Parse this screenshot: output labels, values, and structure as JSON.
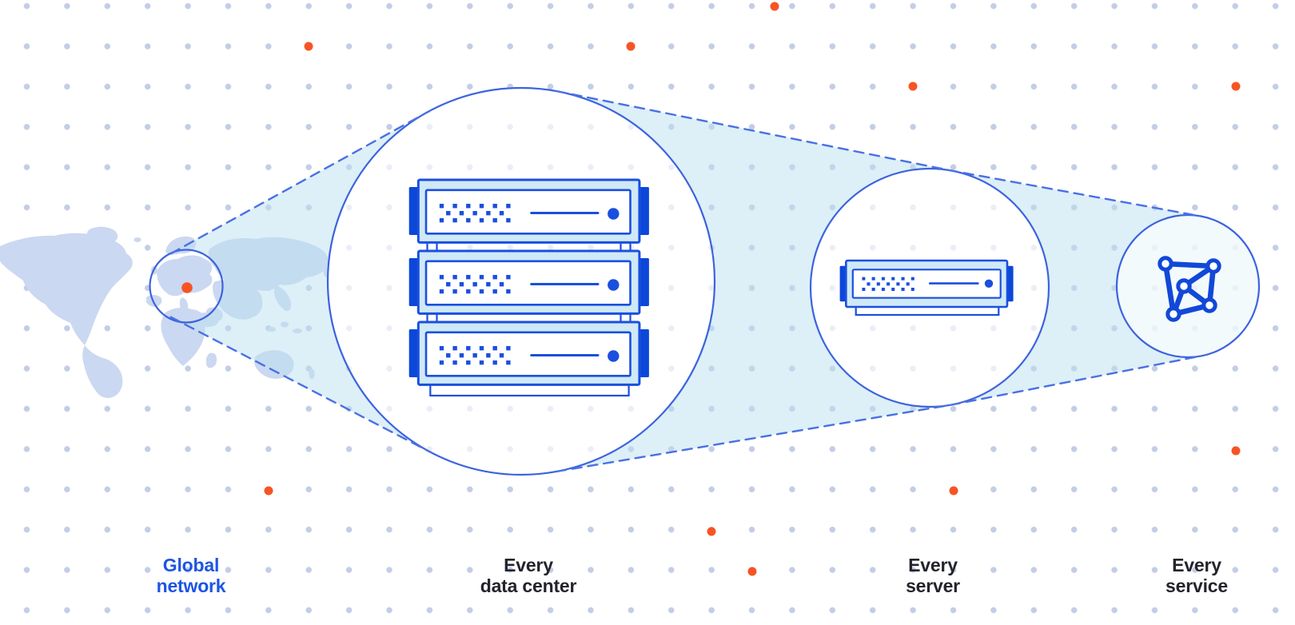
{
  "labels": {
    "global_network": {
      "line1": "Global",
      "line2": "network"
    },
    "data_center": {
      "line1": "Every",
      "line2": "data center"
    },
    "server": {
      "line1": "Every",
      "line2": "server"
    },
    "service": {
      "line1": "Every",
      "line2": "service"
    }
  },
  "colors": {
    "accent_orange": "#f75424",
    "line_blue": "#3c63de",
    "dash_blue": "#4a70e4",
    "cone_tint": "#bbdff0",
    "map_fill": "#cbd8f1",
    "grid_dot": "#c3cde6",
    "server_blue": "#1a4fdf",
    "server_dark": "#0c47d9",
    "server_panel": "#cfe9f7",
    "icon_blue": "#1148d8",
    "label_dark": "#23242b",
    "label_blue": "#1d55e2"
  },
  "icons": {
    "world_map": "stylized-world-map-silhouette",
    "location_dot": "orange-location-marker-dot",
    "server_rack": "three-stacked-server-units",
    "server_unit": "server-unit-with-led",
    "mesh": "mesh-network-nodes-icon",
    "accent_dot": "orange-grid-accent-dot"
  }
}
